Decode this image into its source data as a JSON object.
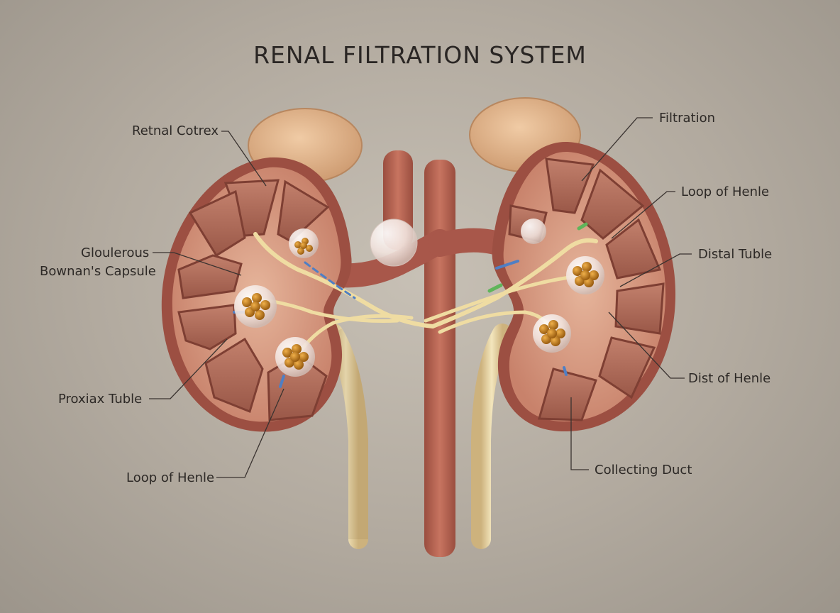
{
  "title": "RENAL FILTRATION SYSTEM",
  "labels": {
    "renal_cortex": "Retnal Cotrex",
    "glomerulus": "Gloulerous",
    "bowmans_capsule": "Bownan's Capsule",
    "proximal_tubule": "Proxiax Tuble",
    "loop_of_henle_left": "Loop of Henle",
    "filtration": "Filtration",
    "loop_of_henle_right": "Loop of Henle",
    "distal_tubule": "Distal Tuble",
    "dist_of_henle": "Dist of Henle",
    "collecting_duct": "Collecting Duct"
  },
  "colors": {
    "background": "#b8b0a5",
    "kidney_outer": "#a65a4a",
    "cortex": "#dba48a",
    "pyramid": "#b06e5c",
    "vessel": "#b3624f",
    "ureter": "#ead8a8",
    "glomerulus": "#c27a1c",
    "adrenal": "#e3b890",
    "flow_blue": "#4f7fc4",
    "flow_green": "#5fb55a",
    "leader_line": "#3a3330"
  }
}
